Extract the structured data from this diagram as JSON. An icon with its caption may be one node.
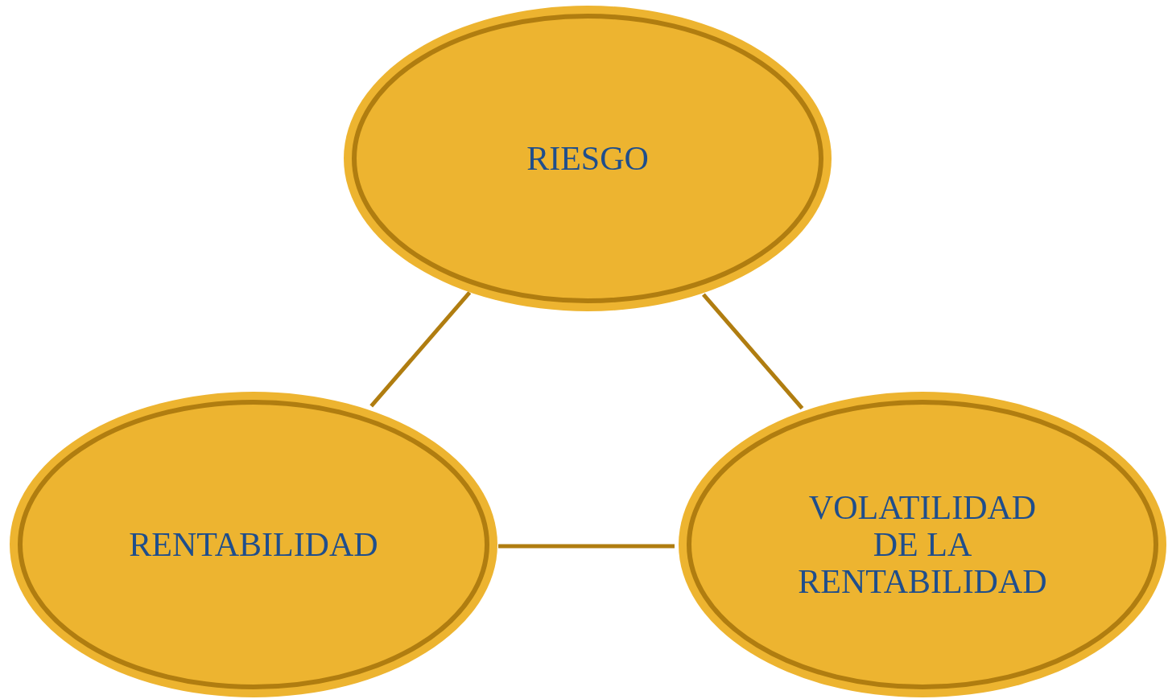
{
  "diagram": {
    "nodes": [
      {
        "text": [
          "RIESGO"
        ]
      },
      {
        "text": [
          "RENTABILIDAD"
        ]
      },
      {
        "text": [
          "VOLATILIDAD DE LA RENTABILIDAD"
        ]
      }
    ],
    "edges": [
      {
        "from": 0,
        "to": 1,
        "arrow": "none"
      },
      {
        "from": 0,
        "to": 2,
        "arrow": "none"
      },
      {
        "from": 1,
        "to": 2,
        "arrow": "none"
      }
    ]
  }
}
